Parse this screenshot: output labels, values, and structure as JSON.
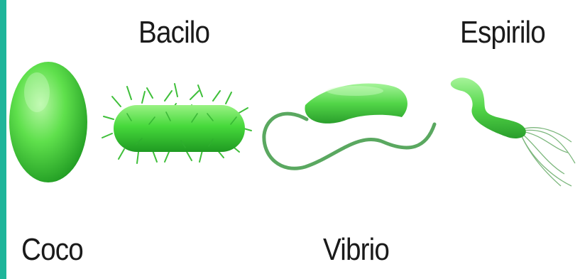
{
  "labels": {
    "bacilo": "Bacilo",
    "espirilo": "Espirilo",
    "coco": "Coco",
    "vibrio": "Vibrio"
  },
  "colors": {
    "accent_bar": "#1fb59a",
    "bacteria_light": "#8ef07a",
    "bacteria_mid": "#3fd43a",
    "bacteria_dark": "#1f9a22",
    "flagellum": "#5aa860",
    "text": "#1a1a1a"
  },
  "icons": [
    "coccus-illustration",
    "bacillus-illustration",
    "vibrio-illustration",
    "spirillum-illustration"
  ]
}
